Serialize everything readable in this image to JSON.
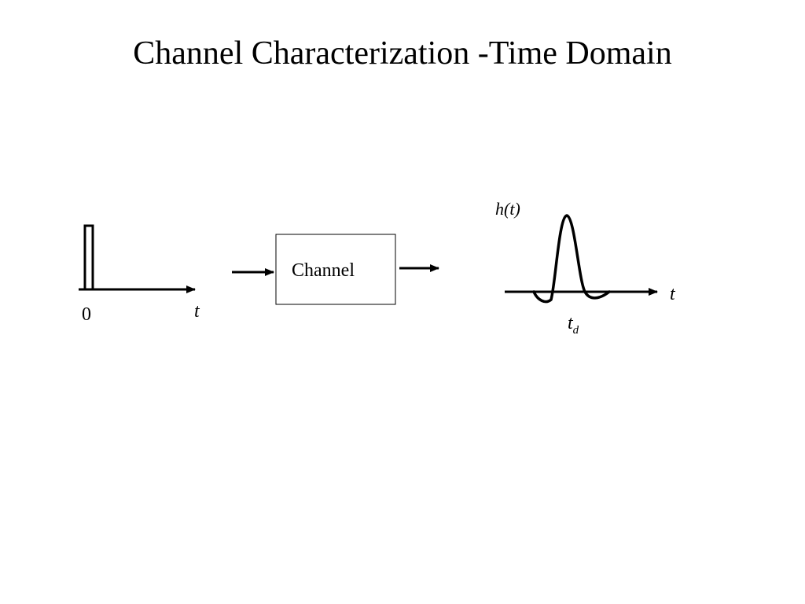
{
  "slide": {
    "title": "Channel Characterization -Time Domain"
  },
  "input_plot": {
    "origin_label": "0",
    "axis_label": "t"
  },
  "channel_block": {
    "label": "Channel"
  },
  "output_plot": {
    "response_label": "h(t)",
    "axis_label": "t",
    "delay_label_main": "t",
    "delay_label_sub": "d"
  },
  "colors": {
    "ink": "#000000",
    "background": "#ffffff"
  }
}
